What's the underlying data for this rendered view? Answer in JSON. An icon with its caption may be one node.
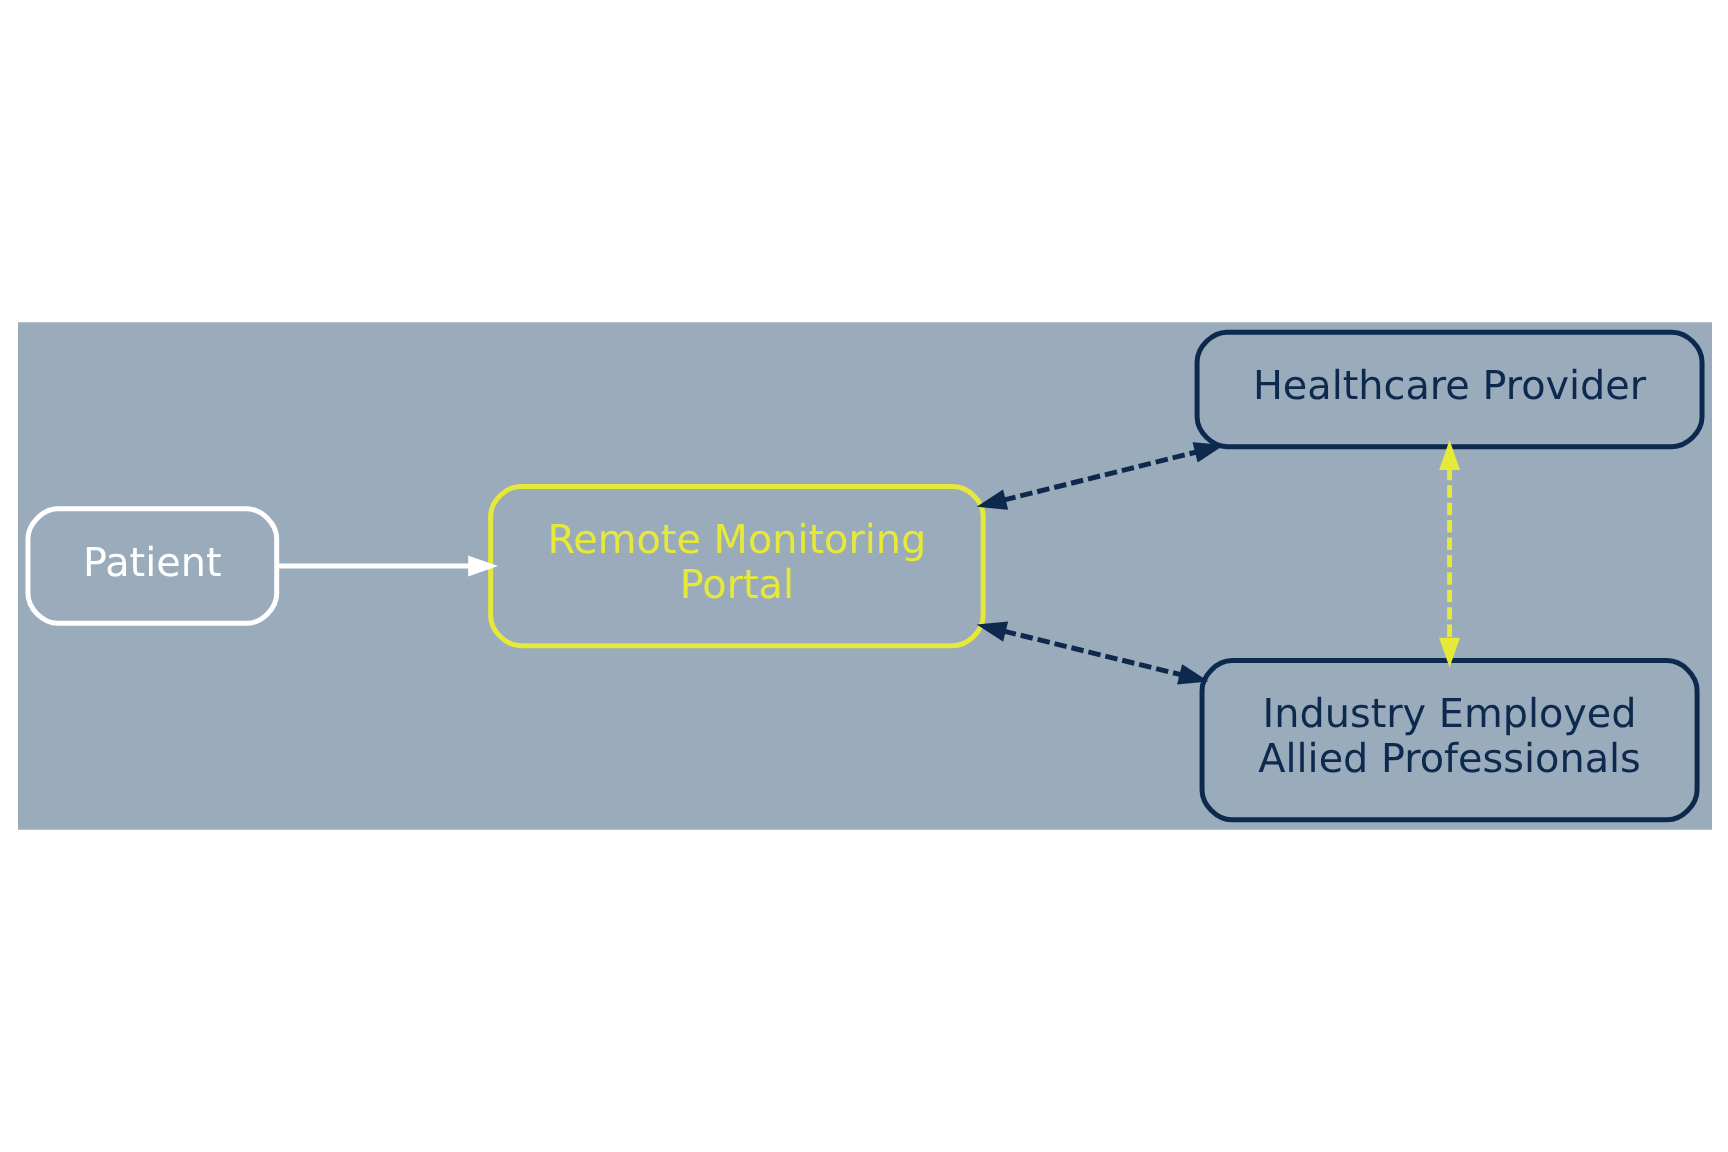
{
  "diagram": {
    "nodes": [
      {
        "text": [
          "Patient"
        ]
      },
      {
        "text": [
          "Remote Monitoring Portal"
        ]
      },
      {
        "text": [
          "Healthcare Provider"
        ]
      },
      {
        "text": [
          "Industry Employed Allied Professionals"
        ]
      }
    ],
    "edges": [
      {
        "from": 0,
        "to": 1,
        "arrow": "to",
        "color": "#ffffff"
      },
      {
        "from": 1,
        "to": 2,
        "arrow": "both",
        "style": "dashed"
      },
      {
        "from": 1,
        "to": 3,
        "arrow": "both",
        "style": "dashed"
      },
      {
        "from": 2,
        "to": 3,
        "arrow": "both",
        "style": "dashed",
        "color": "#e6e83a"
      }
    ]
  }
}
